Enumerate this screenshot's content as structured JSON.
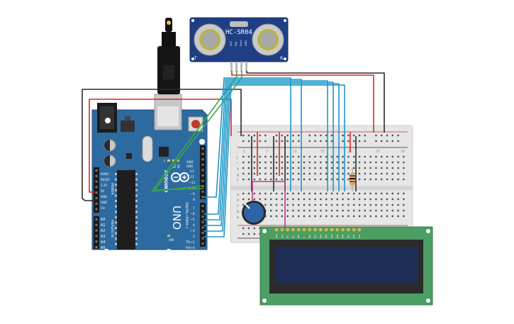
{
  "sensor": {
    "model": "HC-SR04",
    "side_left": "T",
    "side_right": "R",
    "pins": [
      "VCC",
      "Trig",
      "Echo",
      "GND"
    ]
  },
  "arduino": {
    "brand": "ARDUINO",
    "model": "UNO",
    "digital_header": "DIGITAL (PWM~)",
    "analog_header": "ANALOG IN",
    "power_header": "POWER",
    "power_pins": [
      "IOREF",
      "RESET",
      "3.3V",
      "5V",
      "GND",
      "GND",
      "Vin"
    ],
    "analog_pins": [
      "A0",
      "A1",
      "A2",
      "A3",
      "A4",
      "A5"
    ],
    "digital_pins": [
      "AREF",
      "GND",
      "13",
      "12",
      "~11",
      "~10",
      "~9",
      "8",
      "7",
      "~6",
      "~5",
      "4",
      "~3",
      "2",
      "TX→1",
      "RX←0"
    ],
    "leds": [
      "L",
      "TX",
      "RX"
    ],
    "on_label": "ON"
  },
  "breadboard": {
    "rows_top": [
      "j",
      "i",
      "h",
      "g",
      "f"
    ],
    "rows_bottom": [
      "e",
      "d",
      "c",
      "b",
      "a"
    ],
    "column_numbers": [
      1,
      5,
      10,
      15,
      20,
      25,
      30
    ]
  },
  "lcd": {
    "pin_labels": [
      "GND",
      "VCC",
      "V0",
      "RS",
      "RW",
      "E",
      "DB0",
      "DB1",
      "DB2",
      "DB3",
      "DB4",
      "DB5",
      "DB6",
      "DB7",
      "LED",
      "LED"
    ]
  },
  "colors": {
    "board_blue": "#2d6a9f",
    "breadboard": "#e3e3e3",
    "wire_blue": "#1c97c9",
    "wire_red": "#d22a2a",
    "wire_black": "#2b2b2b",
    "wire_green": "#3aa54a",
    "wire_pink": "#c2378f",
    "lcd_pcb": "#4c9e63",
    "lcd_screen": "#1e2e55",
    "sensor_pcb": "#1f3f85"
  }
}
